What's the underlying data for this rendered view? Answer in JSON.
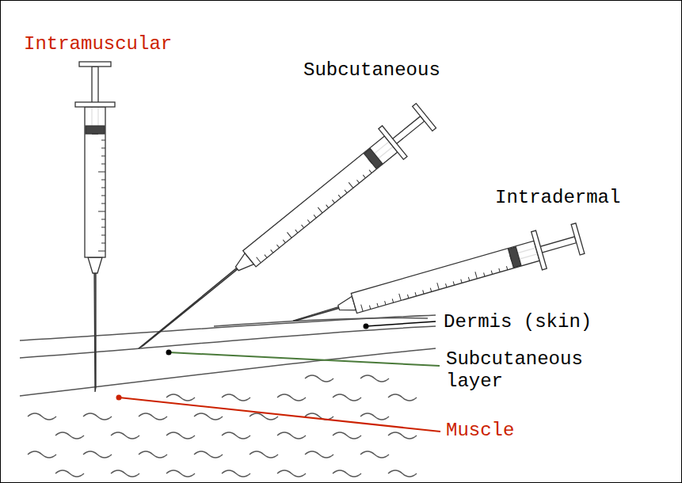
{
  "diagram": {
    "labels": [
      "Intramuscular",
      "Subcutaneous",
      "Intradermal",
      "Dermis (skin)",
      "Subcutaneous layer",
      "Muscle"
    ]
  }
}
